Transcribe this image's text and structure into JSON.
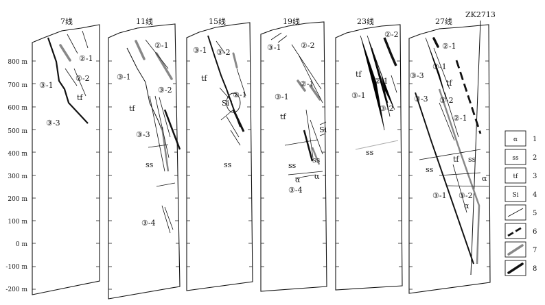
{
  "figure": {
    "y_axis": {
      "unit": "m",
      "ticks": [
        "800 m",
        "700 m",
        "600 m",
        "500 m",
        "400 m",
        "300 m",
        "200 m",
        "100 m",
        "0 m",
        "-100 m",
        "-200 m"
      ]
    },
    "drill_hole": "ZK2713",
    "sections": [
      {
        "title": "7线",
        "labels": {
          "l1": "②-1",
          "l2": "②-2",
          "l3": "③-1",
          "l4": "tf",
          "l5": "③-3"
        }
      },
      {
        "title": "11线",
        "labels": {
          "l1": "②-1",
          "l2": "③-1",
          "l3": "③-2",
          "l4": "tf",
          "l5": "③-3",
          "l6": "ss",
          "l7": "③-4"
        }
      },
      {
        "title": "15线",
        "labels": {
          "l1": "③-1",
          "l2": "③-2",
          "l3": "tf",
          "l4": "②-1",
          "l5": "Si",
          "l6": "ss"
        }
      },
      {
        "title": "19线",
        "labels": {
          "l1": "③-1",
          "l2": "②-2",
          "l3": "②-1",
          "l4": "③-1",
          "l5": "tf",
          "l6": "Si",
          "l7": "ss",
          "l8": "ss",
          "l9": "α",
          "l10": "α",
          "l11": "③-4"
        }
      },
      {
        "title": "23线",
        "labels": {
          "l1": "②-2",
          "l2": "tf",
          "l3": "②-1",
          "l4": "③-1",
          "l5": "③-2",
          "l6": "ss"
        }
      },
      {
        "title": "27线",
        "labels": {
          "l1": "②-1",
          "l2": "③-1",
          "l3": "③-3",
          "l4": "tf",
          "l5": "③-3",
          "l6": "③-2",
          "l7": "②-1",
          "l8": "tf",
          "l9": "ss",
          "l10": "ss",
          "l11": "α",
          "l12": "③-1",
          "l13": "③-2",
          "l14": "α"
        }
      }
    ],
    "legend": [
      {
        "num": "1",
        "text": "α"
      },
      {
        "num": "2",
        "text": "ss"
      },
      {
        "num": "3",
        "text": "tf"
      },
      {
        "num": "4",
        "text": "Si"
      },
      {
        "num": "5",
        "text": ""
      },
      {
        "num": "6",
        "text": ""
      },
      {
        "num": "7",
        "text": ""
      },
      {
        "num": "8",
        "text": ""
      }
    ]
  }
}
